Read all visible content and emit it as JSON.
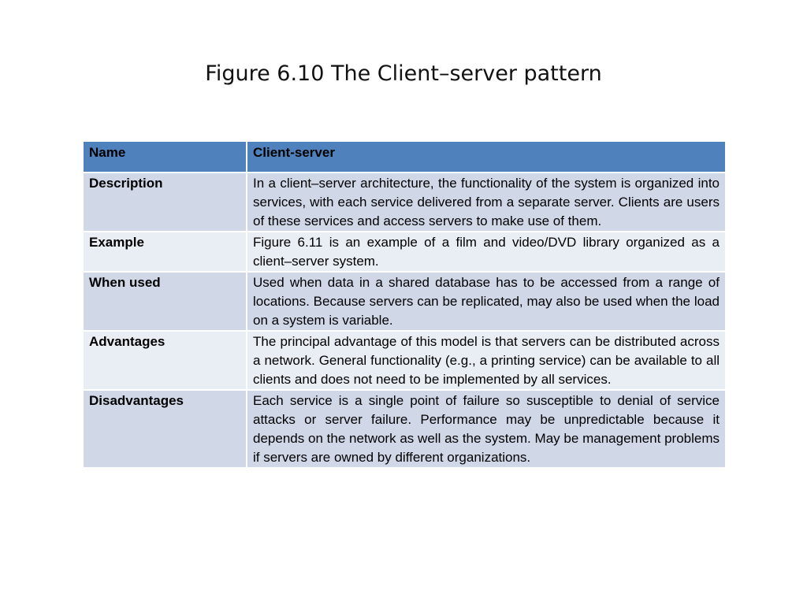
{
  "slide": {
    "title": "Figure 6.10 The Client–server pattern"
  },
  "table": {
    "header": {
      "label": "Name",
      "value": "Client-server"
    },
    "rows": [
      {
        "label": "Description",
        "value": "In a client–server architecture, the functionality of the system is organized into services, with each service delivered from a separate server. Clients are users of these services and access servers to make use of them."
      },
      {
        "label": "Example",
        "value": "Figure 6.11 is an example of a film and video/DVD library organized as a client–server system."
      },
      {
        "label": "When used",
        "value": "Used when data in a shared database has to be accessed from a range of locations. Because servers can be replicated, may also be used when the load on a system is variable."
      },
      {
        "label": "Advantages",
        "value": "The principal advantage of this model is that servers can be distributed across a network. General functionality (e.g., a printing service) can be available to all clients and does not need to be implemented by all services."
      },
      {
        "label": "Disadvantages",
        "value": "Each service is a single point of failure so susceptible to denial of service attacks or server failure. Performance may be unpredictable because it depends on the network as well as the system. May be management problems if servers are owned by different organizations."
      }
    ]
  },
  "colors": {
    "header_bg": "#4f81bd",
    "row_dark_bg": "#d0d8e8",
    "row_light_bg": "#e9edf4"
  }
}
